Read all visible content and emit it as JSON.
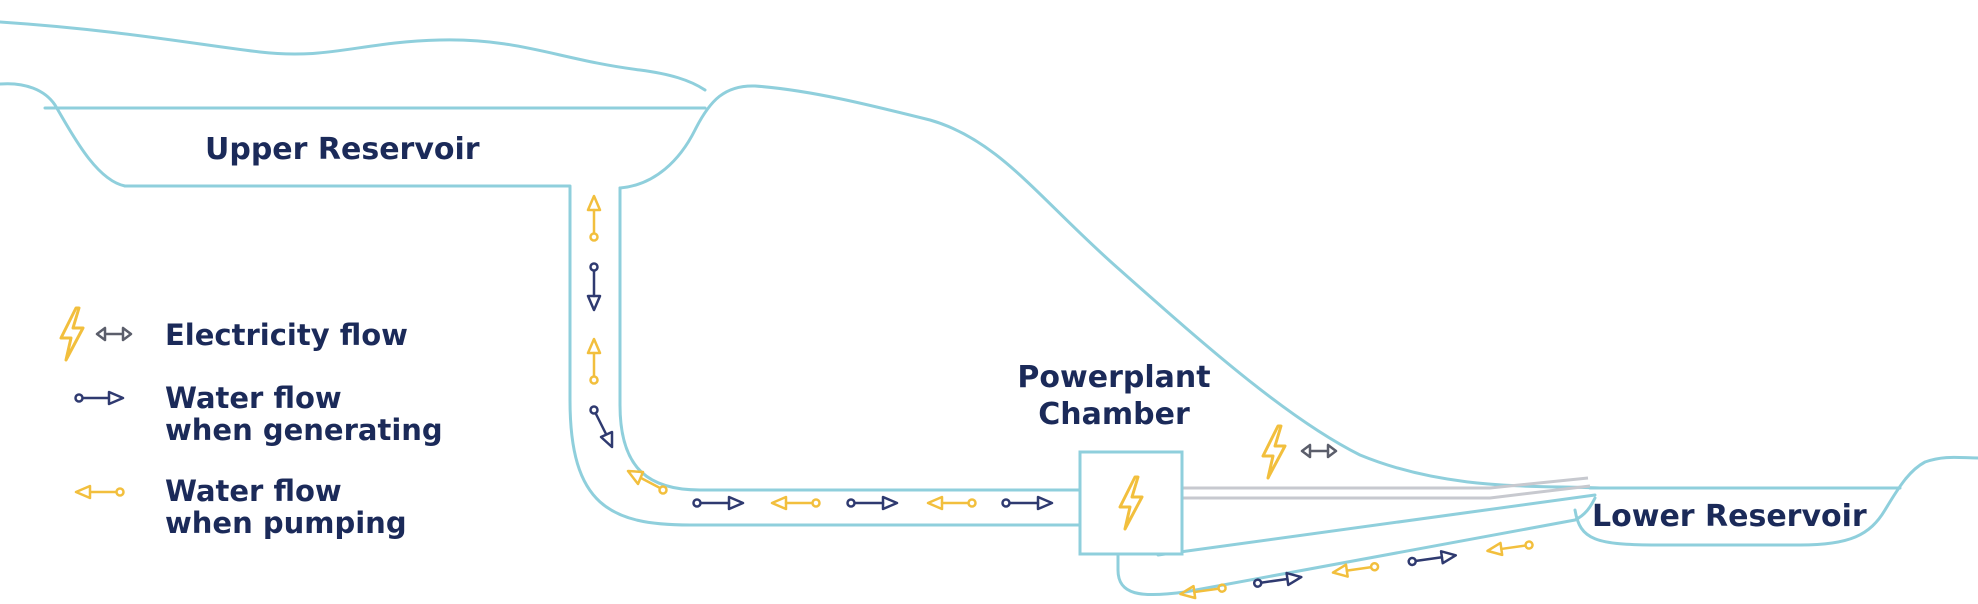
{
  "labels": {
    "upper_reservoir": "Upper Reservoir",
    "powerplant_line1": "Powerplant",
    "powerplant_line2": "Chamber",
    "lower_reservoir": "Lower Reservoir"
  },
  "legend": {
    "electricity": "Electricity flow",
    "generating_line1": "Water flow",
    "generating_line2": "when generating",
    "pumping_line1": "Water flow",
    "pumping_line2": "when pumping"
  },
  "colors": {
    "terrain_outline": "#8fcfdc",
    "text": "#1b2a59",
    "generating_arrow": "#2f3a70",
    "pumping_arrow": "#f2bf3d",
    "electricity_icon": "#f2bf3d",
    "electricity_arrow": "#5b5e6b",
    "power_line": "#c7c9cf"
  },
  "icons": {
    "bolt": "lightning-bolt-icon",
    "electricity_arrow": "double-arrow-icon",
    "generating_arrow": "arrow-right-icon",
    "pumping_arrow": "arrow-left-icon"
  }
}
